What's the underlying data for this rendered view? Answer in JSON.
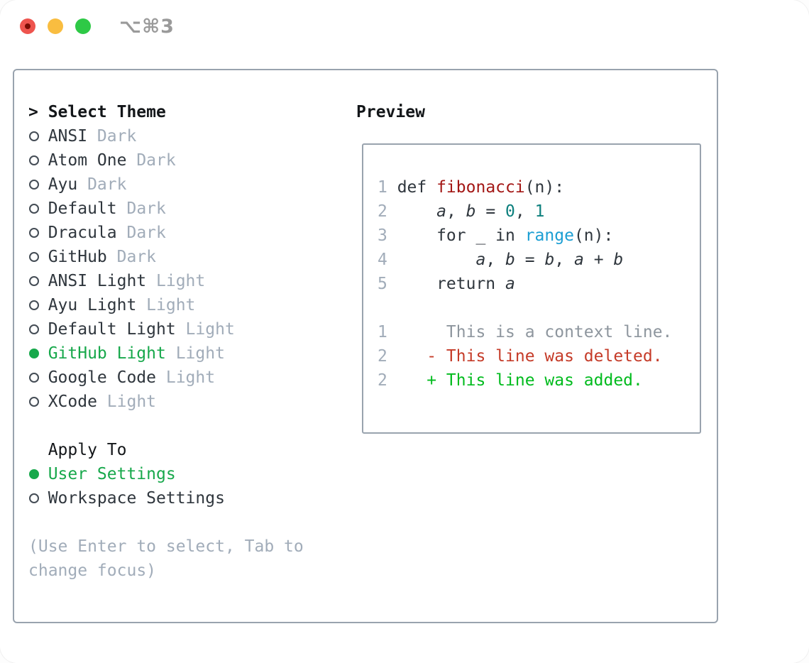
{
  "window": {
    "title": "⌥⌘3"
  },
  "colors": {
    "accent-green": "#17a84b",
    "added-green": "#00bb1d",
    "deleted-red": "#c53b28",
    "function-red": "#a31715",
    "builtin-blue": "#1b9ed3",
    "literal-teal": "#0c7f7d",
    "text-dark": "#2f363d",
    "heading-black": "#131619",
    "muted-gray": "#a1acb9",
    "context-gray": "#8e969e",
    "border-gray": "#99a3ae",
    "title-gray": "#9a9a9a",
    "traffic-red": "#ee544e",
    "traffic-red-dot": "#7a0c04",
    "traffic-yellow": "#f9bd40",
    "traffic-green": "#2ec946"
  },
  "left": {
    "header": {
      "prefix": ">",
      "label": "Select Theme"
    },
    "themes": [
      {
        "name": "ANSI",
        "tag": "Dark",
        "selected": false
      },
      {
        "name": "Atom One",
        "tag": "Dark",
        "selected": false
      },
      {
        "name": "Ayu",
        "tag": "Dark",
        "selected": false
      },
      {
        "name": "Default",
        "tag": "Dark",
        "selected": false
      },
      {
        "name": "Dracula",
        "tag": "Dark",
        "selected": false
      },
      {
        "name": "GitHub",
        "tag": "Dark",
        "selected": false
      },
      {
        "name": "ANSI Light",
        "tag": "Light",
        "selected": false
      },
      {
        "name": "Ayu Light",
        "tag": "Light",
        "selected": false
      },
      {
        "name": "Default Light",
        "tag": "Light",
        "selected": false
      },
      {
        "name": "GitHub Light",
        "tag": "Light",
        "selected": true
      },
      {
        "name": "Google Code",
        "tag": "Light",
        "selected": false
      },
      {
        "name": "XCode",
        "tag": "Light",
        "selected": false
      }
    ],
    "apply_to": {
      "label": "Apply To",
      "options": [
        {
          "name": "User Settings",
          "selected": true
        },
        {
          "name": "Workspace Settings",
          "selected": false
        }
      ]
    },
    "help": [
      "(Use Enter to select, Tab to",
      "change focus)"
    ]
  },
  "preview": {
    "header": "Preview",
    "code_lines": [
      {
        "num": "1",
        "segments": [
          {
            "t": "def ",
            "c": "code"
          },
          {
            "t": "fibonacci",
            "c": "func"
          },
          {
            "t": "(n):",
            "c": "code"
          }
        ]
      },
      {
        "num": "2",
        "segments": [
          {
            "t": "    ",
            "c": "code"
          },
          {
            "t": "a",
            "c": "var"
          },
          {
            "t": ", ",
            "c": "code"
          },
          {
            "t": "b",
            "c": "var"
          },
          {
            "t": " = ",
            "c": "code"
          },
          {
            "t": "0",
            "c": "num"
          },
          {
            "t": ", ",
            "c": "code"
          },
          {
            "t": "1",
            "c": "num"
          }
        ]
      },
      {
        "num": "3",
        "segments": [
          {
            "t": "    for _ in ",
            "c": "code"
          },
          {
            "t": "range",
            "c": "builtin"
          },
          {
            "t": "(n):",
            "c": "code"
          }
        ]
      },
      {
        "num": "4",
        "segments": [
          {
            "t": "        ",
            "c": "code"
          },
          {
            "t": "a",
            "c": "var"
          },
          {
            "t": ", ",
            "c": "code"
          },
          {
            "t": "b",
            "c": "var"
          },
          {
            "t": " = ",
            "c": "code"
          },
          {
            "t": "b",
            "c": "var"
          },
          {
            "t": ", ",
            "c": "code"
          },
          {
            "t": "a",
            "c": "var"
          },
          {
            "t": " + ",
            "c": "code"
          },
          {
            "t": "b",
            "c": "var"
          }
        ]
      },
      {
        "num": "5",
        "segments": [
          {
            "t": "    return ",
            "c": "code"
          },
          {
            "t": "a",
            "c": "var"
          }
        ]
      },
      {
        "num": "",
        "segments": []
      },
      {
        "num": "1",
        "segments": [
          {
            "t": "     This is a context line.",
            "c": "context"
          }
        ]
      },
      {
        "num": "2",
        "segments": [
          {
            "t": "   - This line was deleted.",
            "c": "deleted"
          }
        ]
      },
      {
        "num": "2",
        "segments": [
          {
            "t": "   + This line was added.",
            "c": "added"
          }
        ]
      }
    ]
  }
}
